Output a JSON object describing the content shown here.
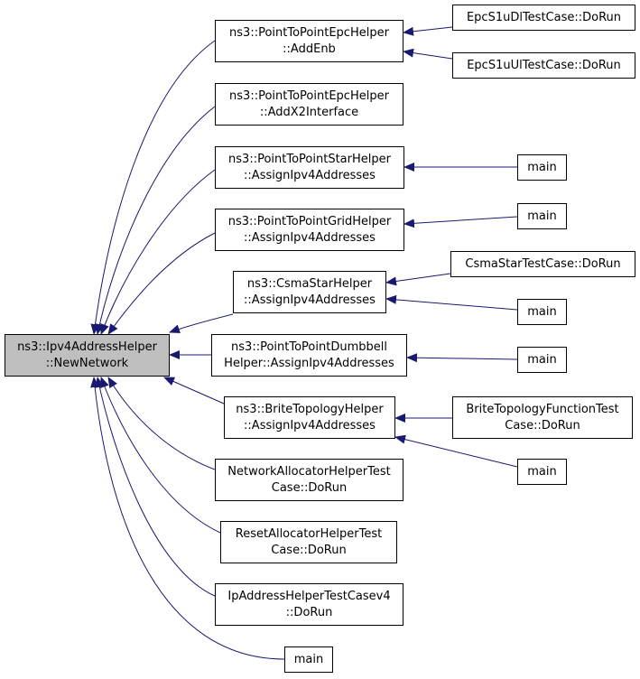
{
  "colors": {
    "edge": "#191970",
    "root_fill": "#bfbfbf",
    "node_fill": "#ffffff",
    "border": "#000000"
  },
  "nodes": {
    "root": {
      "lines": [
        "ns3::Ipv4AddressHelper",
        "::NewNetwork"
      ]
    },
    "p2p_epc_addenb": {
      "lines": [
        "ns3::PointToPointEpcHelper",
        "::AddEnb"
      ]
    },
    "p2p_epc_addx2": {
      "lines": [
        "ns3::PointToPointEpcHelper",
        "::AddX2Interface"
      ]
    },
    "p2p_star_assign": {
      "lines": [
        "ns3::PointToPointStarHelper",
        "::AssignIpv4Addresses"
      ]
    },
    "p2p_grid_assign": {
      "lines": [
        "ns3::PointToPointGridHelper",
        "::AssignIpv4Addresses"
      ]
    },
    "csma_star_assign": {
      "lines": [
        "ns3::CsmaStarHelper",
        "::AssignIpv4Addresses"
      ]
    },
    "p2p_dumbbell_assign": {
      "lines": [
        "ns3::PointToPointDumbbell",
        "Helper::AssignIpv4Addresses"
      ]
    },
    "brite_assign": {
      "lines": [
        "ns3::BriteTopologyHelper",
        "::AssignIpv4Addresses"
      ]
    },
    "network_alloc_test": {
      "lines": [
        "NetworkAllocatorHelperTest",
        "Case::DoRun"
      ]
    },
    "reset_alloc_test": {
      "lines": [
        "ResetAllocatorHelperTest",
        "Case::DoRun"
      ]
    },
    "ipaddr_test_v4": {
      "lines": [
        "IpAddressHelperTestCasev4",
        "::DoRun"
      ]
    },
    "main_root": {
      "lines": [
        "main"
      ]
    },
    "epcs1u_dl": {
      "lines": [
        "EpcS1uDlTestCase::DoRun"
      ]
    },
    "epcs1u_ul": {
      "lines": [
        "EpcS1uUlTestCase::DoRun"
      ]
    },
    "main_star": {
      "lines": [
        "main"
      ]
    },
    "main_grid": {
      "lines": [
        "main"
      ]
    },
    "csma_star_test": {
      "lines": [
        "CsmaStarTestCase::DoRun"
      ]
    },
    "main_csma": {
      "lines": [
        "main"
      ]
    },
    "main_dumbbell": {
      "lines": [
        "main"
      ]
    },
    "brite_func_test": {
      "lines": [
        "BriteTopologyFunctionTest",
        "Case::DoRun"
      ]
    },
    "main_brite": {
      "lines": [
        "main"
      ]
    }
  },
  "edges": [
    [
      "p2p_epc_addenb",
      "root"
    ],
    [
      "p2p_epc_addx2",
      "root"
    ],
    [
      "p2p_star_assign",
      "root"
    ],
    [
      "p2p_grid_assign",
      "root"
    ],
    [
      "csma_star_assign",
      "root"
    ],
    [
      "p2p_dumbbell_assign",
      "root"
    ],
    [
      "brite_assign",
      "root"
    ],
    [
      "network_alloc_test",
      "root"
    ],
    [
      "reset_alloc_test",
      "root"
    ],
    [
      "ipaddr_test_v4",
      "root"
    ],
    [
      "main_root",
      "root"
    ],
    [
      "epcs1u_dl",
      "p2p_epc_addenb"
    ],
    [
      "epcs1u_ul",
      "p2p_epc_addenb"
    ],
    [
      "main_star",
      "p2p_star_assign"
    ],
    [
      "main_grid",
      "p2p_grid_assign"
    ],
    [
      "csma_star_test",
      "csma_star_assign"
    ],
    [
      "main_csma",
      "csma_star_assign"
    ],
    [
      "main_dumbbell",
      "p2p_dumbbell_assign"
    ],
    [
      "brite_func_test",
      "brite_assign"
    ],
    [
      "main_brite",
      "brite_assign"
    ]
  ]
}
